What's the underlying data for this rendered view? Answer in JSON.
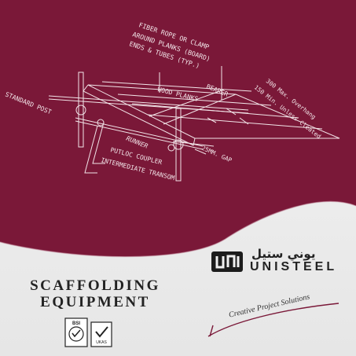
{
  "cover": {
    "title_line1": "SCAFFOLDING",
    "title_line2": "EQUIPMENT",
    "colors": {
      "maroon": "#7a1838",
      "line": "#f2e4e8",
      "background": "#ececec"
    }
  },
  "drawing": {
    "labels": {
      "fiber_rope_1": "FIBER ROPE OR CLAMP",
      "fiber_rope_2": "AROUND PLANKS (BOARD)",
      "fiber_rope_3": "ENDS & TUBES (TYP.)",
      "bearer": "BEARER",
      "wood_planks": "WOOD PLANKS",
      "overhang_1": "300 Max. Overhang",
      "overhang_2": "150 Min. Unless Cleated",
      "standard_post": "STANDARD POST",
      "runner": "RUNNER",
      "putloc": "PUTLOC COUPLER",
      "transom": "INTERMEDIATE TRANSOM",
      "gap": "25MM. GAP"
    }
  },
  "brand": {
    "arabic_name": "يوني ستيل",
    "latin_name": "UNISTEEL",
    "tagline": "Creative Project Solutions",
    "logo_icon": "unisteel-logo-icon"
  },
  "certifications": {
    "bsi_label": "BSI",
    "ukas_label": "UKAS",
    "icons": [
      "bsi-certification-icon",
      "ukas-certification-icon"
    ]
  }
}
